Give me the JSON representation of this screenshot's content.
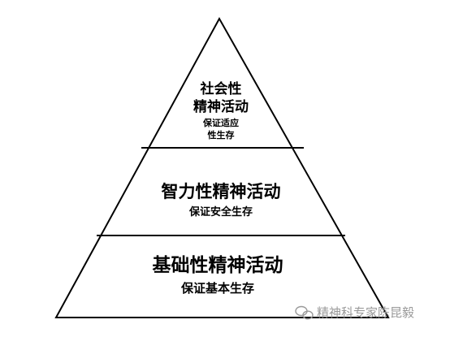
{
  "pyramid": {
    "top": {
      "title_line1": "社会性",
      "title_line2": "精神活动",
      "subtitle_line1": "保证适应",
      "subtitle_line2": "性生存"
    },
    "middle": {
      "title": "智力性精神活动",
      "subtitle": "保证安全生存"
    },
    "bottom": {
      "title": "基础性精神活动",
      "subtitle": "保证基本生存"
    }
  },
  "watermark": {
    "text": "精神科专家陈昆毅",
    "icon": "wechat-icon"
  },
  "colors": {
    "outline": "#000000",
    "background": "#ffffff",
    "watermark": "#9a9a9a"
  }
}
